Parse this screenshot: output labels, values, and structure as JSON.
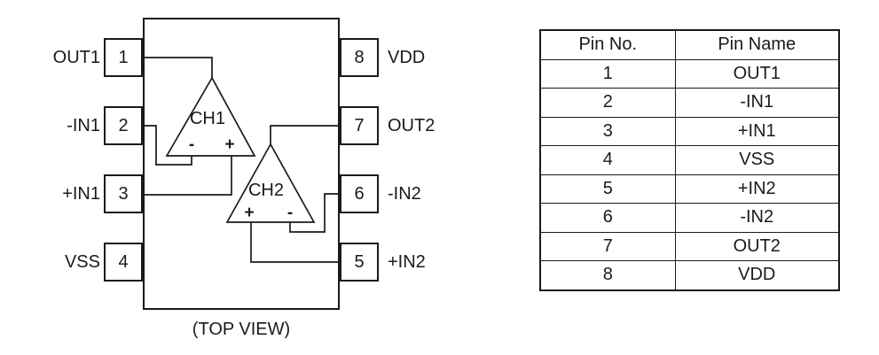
{
  "figure": {
    "caption": "(TOP VIEW)"
  },
  "package": {
    "left_pins": [
      {
        "number": "1",
        "label": "OUT1"
      },
      {
        "number": "2",
        "label": "-IN1"
      },
      {
        "number": "3",
        "label": "+IN1"
      },
      {
        "number": "4",
        "label": "VSS"
      }
    ],
    "right_pins": [
      {
        "number": "8",
        "label": "VDD"
      },
      {
        "number": "7",
        "label": "OUT2"
      },
      {
        "number": "6",
        "label": "-IN2"
      },
      {
        "number": "5",
        "label": "+IN2"
      }
    ],
    "opamps": [
      {
        "name": "CH1",
        "left_input_sign": "-",
        "right_input_sign": "+"
      },
      {
        "name": "CH2",
        "left_input_sign": "+",
        "right_input_sign": "-"
      }
    ]
  },
  "pin_table": {
    "headers": {
      "pin_no": "Pin No.",
      "pin_name": "Pin Name"
    },
    "rows": [
      {
        "no": "1",
        "name": "OUT1"
      },
      {
        "no": "2",
        "name": "-IN1"
      },
      {
        "no": "3",
        "name": "+IN1"
      },
      {
        "no": "4",
        "name": "VSS"
      },
      {
        "no": "5",
        "name": "+IN2"
      },
      {
        "no": "6",
        "name": "-IN2"
      },
      {
        "no": "7",
        "name": "OUT2"
      },
      {
        "no": "8",
        "name": "VDD"
      }
    ]
  },
  "colors": {
    "line": "#1a1a1a",
    "text": "#1a1a1a",
    "background": "#ffffff"
  }
}
